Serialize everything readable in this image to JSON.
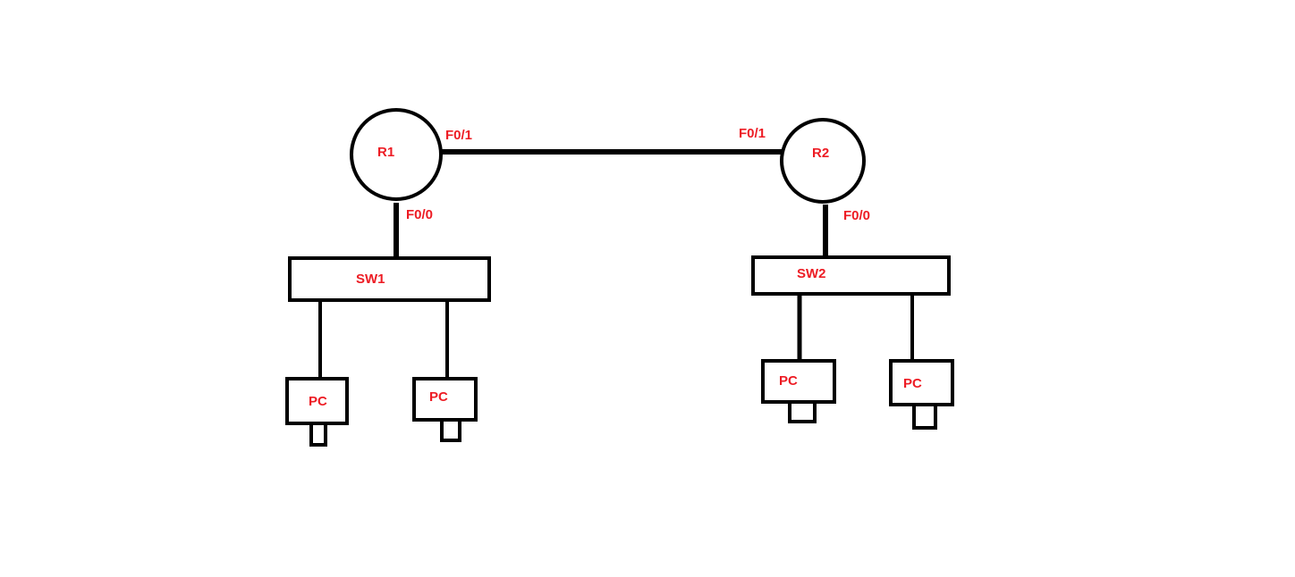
{
  "colors": {
    "label": "#ed1c24",
    "line": "#000000",
    "background": "#ffffff"
  },
  "routers": {
    "r1": {
      "name": "R1",
      "port_wan": "F0/1",
      "port_lan": "F0/0"
    },
    "r2": {
      "name": "R2",
      "port_wan": "F0/1",
      "port_lan": "F0/0"
    }
  },
  "switches": {
    "sw1": {
      "name": "SW1"
    },
    "sw2": {
      "name": "SW2"
    }
  },
  "pcs": [
    {
      "label": "PC"
    },
    {
      "label": "PC"
    },
    {
      "label": "PC"
    },
    {
      "label": "PC"
    }
  ]
}
